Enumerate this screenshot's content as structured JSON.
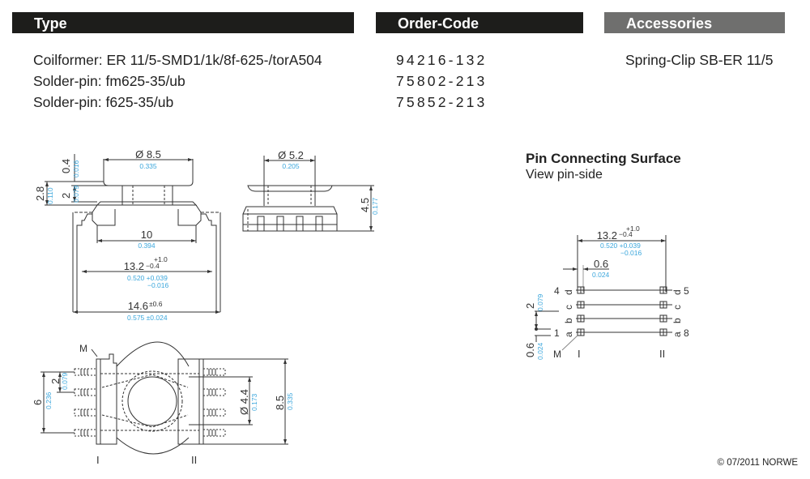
{
  "headers": {
    "type": "Type",
    "order_code": "Order-Code",
    "accessories": "Accessories"
  },
  "items": [
    {
      "label": "Coilformer:",
      "value": "ER 11/5-SMD1/1k/8f-625-/torA504",
      "code": "94216-132"
    },
    {
      "label": "Solder-pin:",
      "value": "fm625-35/ub",
      "code": "75802-213"
    },
    {
      "label": "Solder-pin:",
      "value": "f625-35/ub",
      "code": "75852-213"
    }
  ],
  "accessories": [
    "Spring-Clip SB-ER 11/5"
  ],
  "pin_surface": {
    "title": "Pin Connecting Surface",
    "subtitle": "View pin-side",
    "dims": {
      "width_mm": "13.2",
      "width_tol_plus": "+1.0",
      "width_tol_minus": "−0.4",
      "width_in": "0.520 +0.039",
      "width_in_minus": "−0.016",
      "pin_mm": "0.6",
      "pin_in": "0.024",
      "pitch_mm": "2",
      "pitch_in": "0.079",
      "offset_mm": "0.6",
      "offset_in": "0.024"
    },
    "left_pins": [
      {
        "num": "4",
        "letter": "d"
      },
      {
        "num": "",
        "letter": "c"
      },
      {
        "num": "",
        "letter": "b"
      },
      {
        "num": "1",
        "letter": "a"
      }
    ],
    "right_pins": [
      {
        "num": "5",
        "letter": "d"
      },
      {
        "num": "",
        "letter": "c"
      },
      {
        "num": "",
        "letter": "b"
      },
      {
        "num": "8",
        "letter": "a"
      }
    ],
    "marker": "M",
    "side_left": "I",
    "side_right": "II"
  },
  "side_view": {
    "flange_dia_mm": "Ø 8.5",
    "flange_dia_in": "0.335",
    "flange_t_mm": "0.4",
    "flange_t_in": "0.016",
    "total_h_mm": "2.8",
    "total_h_in": "0.110",
    "core_h_mm": "2",
    "core_h_in": "0.079",
    "base_w_mm": "10",
    "base_w_in": "0.394",
    "pin_span_mm": "13.2",
    "pin_span_tol_plus": "+1.0",
    "pin_span_tol_minus": "−0.4",
    "pin_span_in": "0.520 +0.039",
    "pin_span_in_minus": "−0.016",
    "overall_mm": "14.6",
    "overall_tol": "±0.6",
    "overall_in": "0.575 ±0.024"
  },
  "end_view": {
    "dia_mm": "Ø 5.2",
    "dia_in": "0.205",
    "height_mm": "4.5",
    "height_in": "0.177"
  },
  "top_view": {
    "marker": "M",
    "span_mm": "6",
    "span_in": "0.236",
    "pitch_mm": "2",
    "pitch_in": "0.079",
    "bore_mm": "Ø 4.4",
    "bore_in": "0.173",
    "height_mm": "8.5",
    "height_in": "0.335",
    "side_left": "I",
    "side_right": "II"
  },
  "footer": {
    "copyright": "© 07/2011 NORWE"
  },
  "colors": {
    "header_dark": "#1d1d1b",
    "header_grey": "#6f6f6e",
    "inch_blue": "#3aa6dc"
  }
}
